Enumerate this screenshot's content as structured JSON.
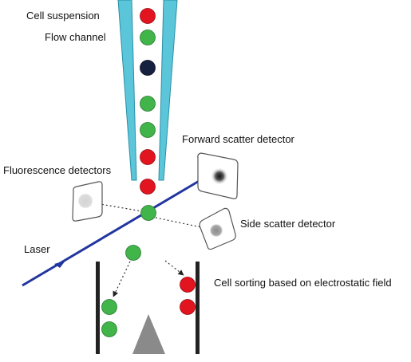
{
  "labels": {
    "cell_suspension": "Cell suspension",
    "flow_channel": "Flow channel",
    "forward_scatter": "Forward scatter detector",
    "fluorescence": "Fluorescence detectors",
    "side_scatter": "Side scatter detector",
    "laser": "Laser",
    "sorting": "Cell sorting based on electrostatic field"
  },
  "colors": {
    "channel_fill": "#5bc6da",
    "channel_stroke": "#2a8fa5",
    "laser": "#2236a0",
    "red_cell": "#e2141f",
    "green_cell": "#41b549",
    "dark_cell": "#16203f",
    "plate": "#222222",
    "collector": "#8a8a8a",
    "detector_edge": "#555555"
  },
  "channel_cells": [
    "red",
    "green",
    "dark",
    "green",
    "green",
    "red",
    "red",
    "green"
  ],
  "sorted_left": [
    "green",
    "green"
  ],
  "sorted_right": [
    "red",
    "red"
  ],
  "free_cell": "green"
}
